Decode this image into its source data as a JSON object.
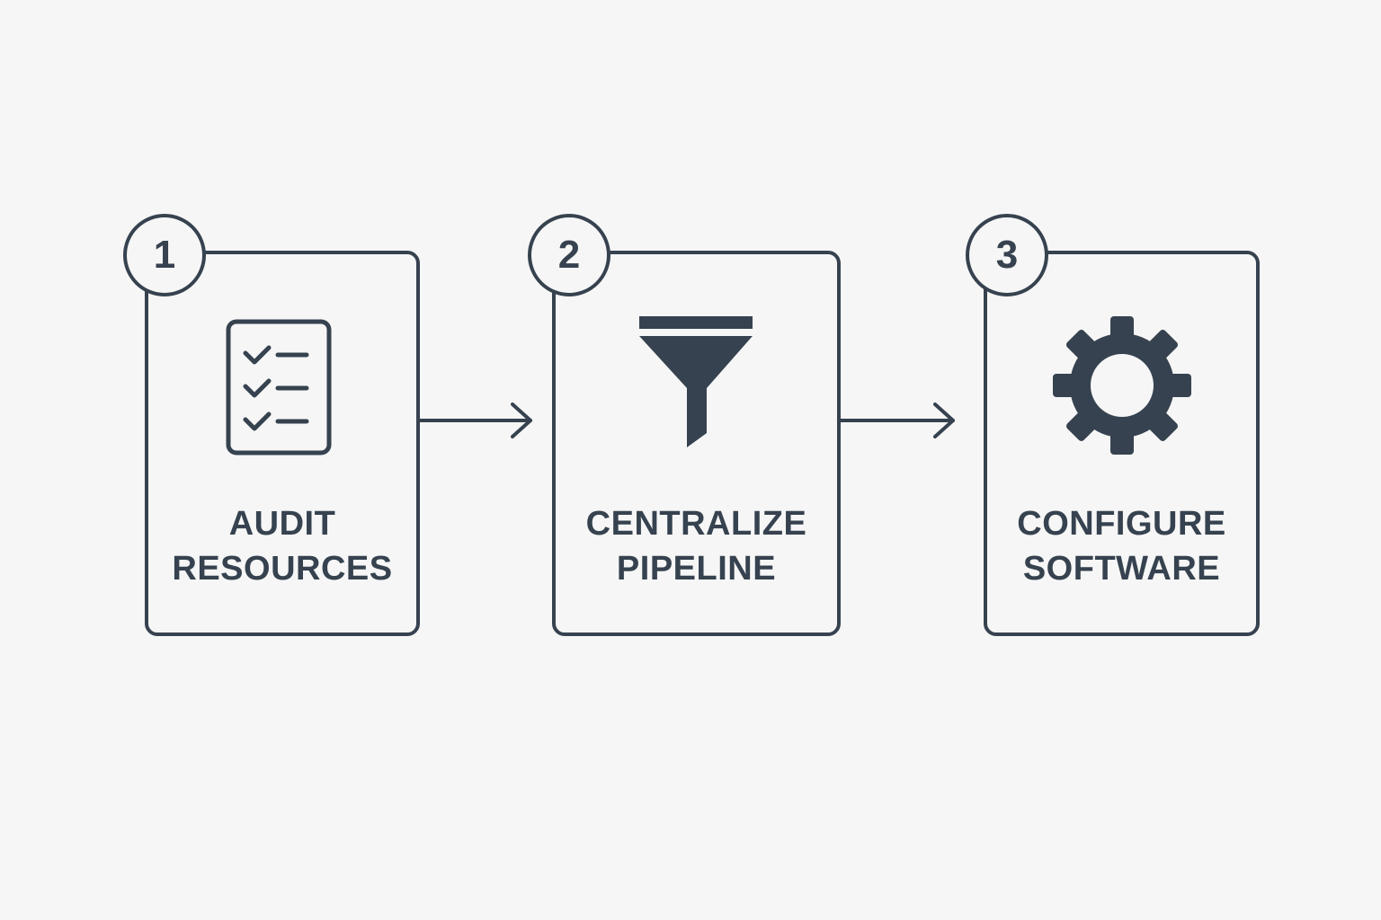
{
  "steps": [
    {
      "number": "1",
      "line1": "AUDIT",
      "line2": "RESOURCES",
      "icon": "checklist-icon"
    },
    {
      "number": "2",
      "line1": "CENTRALIZE",
      "line2": "PIPELINE",
      "icon": "funnel-icon"
    },
    {
      "number": "3",
      "line1": "CONFIGURE",
      "line2": "SOFTWARE",
      "icon": "gear-icon"
    }
  ],
  "colors": {
    "stroke": "#36424f",
    "background": "#f6f6f6"
  }
}
